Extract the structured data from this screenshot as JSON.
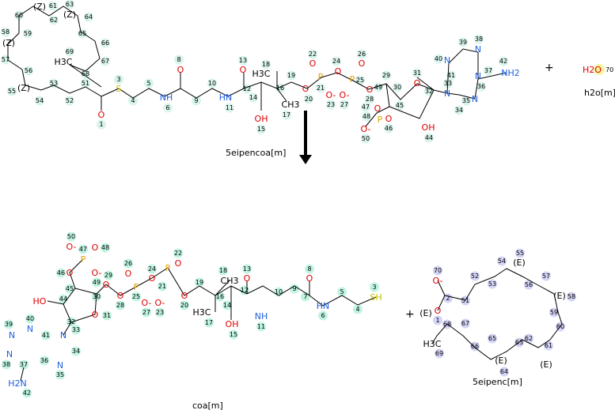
{
  "reaction": {
    "reactants": [
      {
        "name": "5eipencoa[m]"
      },
      {
        "name": "h2o[m]",
        "formula": "H2O",
        "atom_number": "70"
      }
    ],
    "products": [
      {
        "name": "coa[m]"
      },
      {
        "name": "5eipenc[m]"
      }
    ],
    "plus_sign": "+"
  },
  "colors": {
    "fatty_highlight": "#c8c8f4",
    "coa_highlight": "#b8f4dc",
    "water_highlight": "#f4f4a0",
    "oxygen": "#e00000",
    "nitrogen": "#2060e0",
    "phosphorus": "#e0a000",
    "sulfur": "#c0c000"
  },
  "atoms_top": [
    "O",
    "S",
    "NH",
    "O",
    "HN",
    "O",
    "H3C",
    "CH3",
    "OH",
    "O",
    "P",
    "O",
    "O",
    "P",
    "O",
    "O-",
    "O-",
    "O",
    "O",
    "N",
    "N",
    "N",
    "NH2",
    "N",
    "N",
    "O",
    "P",
    "O-",
    "O",
    "OH",
    "H3C",
    "(Z)",
    "(Z)",
    "(Z)",
    "(Z)"
  ],
  "nums_top": [
    "1",
    "3",
    "4",
    "5",
    "6",
    "8",
    "9",
    "10",
    "11",
    "12",
    "13",
    "14",
    "15",
    "16",
    "17",
    "18",
    "19",
    "20",
    "21",
    "22",
    "23",
    "24",
    "25",
    "26",
    "27",
    "28",
    "29",
    "30",
    "31",
    "32",
    "33",
    "34",
    "35",
    "36",
    "37",
    "38",
    "39",
    "40",
    "41",
    "42",
    "44",
    "45",
    "46",
    "47",
    "48",
    "49",
    "50",
    "51",
    "52",
    "53",
    "54",
    "55",
    "56",
    "57",
    "58",
    "59",
    "60",
    "61",
    "62",
    "63",
    "64",
    "65",
    "66",
    "67",
    "68",
    "69"
  ],
  "atoms_coa": [
    "O-",
    "P",
    "O",
    "O",
    "O-",
    "O",
    "HO",
    "O",
    "N",
    "N",
    "N",
    "N",
    "N",
    "H2N",
    "O",
    "P",
    "O",
    "O",
    "P",
    "O",
    "O-",
    "O-",
    "O",
    "CH3",
    "H3C",
    "OH",
    "O",
    "NH",
    "O",
    "HN",
    "SH"
  ],
  "nums_coa": [
    "50",
    "47",
    "48",
    "46",
    "49",
    "29",
    "44",
    "45",
    "30",
    "31",
    "32",
    "40",
    "39",
    "38",
    "41",
    "33",
    "34",
    "37",
    "36",
    "35",
    "42",
    "28",
    "25",
    "26",
    "27",
    "24",
    "21",
    "22",
    "23",
    "20",
    "19",
    "16",
    "18",
    "17",
    "14",
    "15",
    "12",
    "13",
    "11",
    "10",
    "9",
    "7",
    "8",
    "6",
    "5",
    "4",
    "3"
  ],
  "atoms_acid": [
    "O-",
    "O",
    "H3C",
    "(E)",
    "(E)",
    "(E)",
    "(E)",
    "(E)"
  ],
  "nums_acid": [
    "70",
    "2",
    "1",
    "51",
    "52",
    "53",
    "54",
    "55",
    "56",
    "57",
    "58",
    "59",
    "60",
    "61",
    "62",
    "63",
    "64",
    "65",
    "66",
    "67",
    "68",
    "69"
  ]
}
